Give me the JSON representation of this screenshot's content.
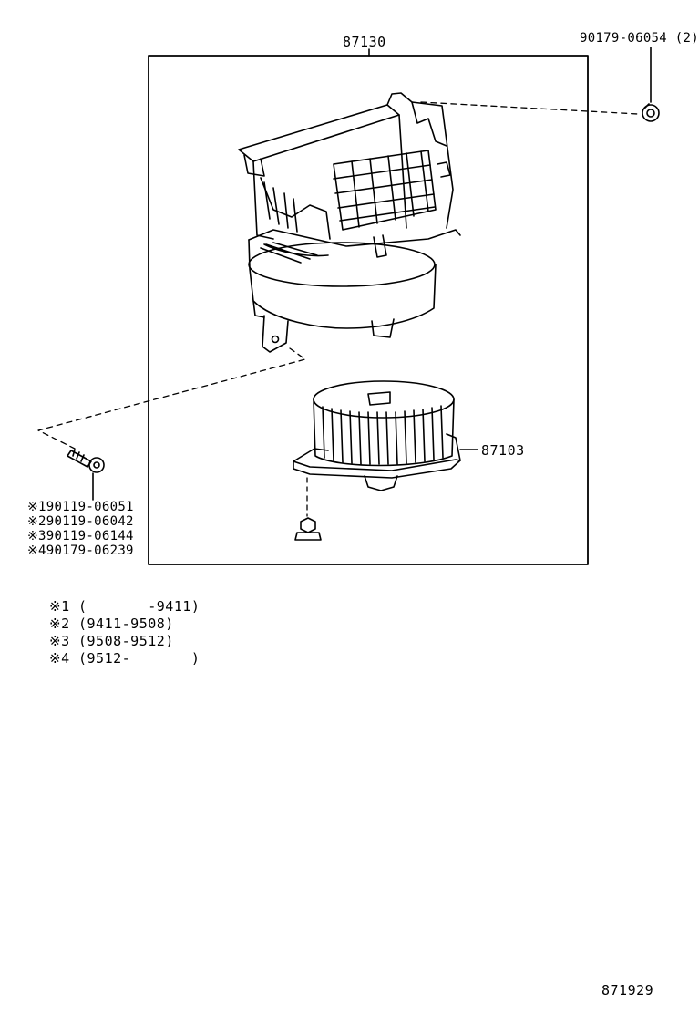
{
  "assembly_box": {
    "part_number": "87130"
  },
  "clip": {
    "part_number": "90179-06054",
    "qty": "(2)"
  },
  "fan_motor": {
    "part_number": "87103"
  },
  "screw_list": [
    {
      "mark": "※1",
      "part_number": "90119-06051"
    },
    {
      "mark": "※2",
      "part_number": "90119-06042"
    },
    {
      "mark": "※3",
      "part_number": "90119-06144"
    },
    {
      "mark": "※4",
      "part_number": "90179-06239"
    }
  ],
  "legend": [
    {
      "mark": "※1",
      "range": "(       -9411)"
    },
    {
      "mark": "※2",
      "range": "(9411-9508)"
    },
    {
      "mark": "※3",
      "range": "(9508-9512)"
    },
    {
      "mark": "※4",
      "range": "(9512-       )"
    }
  ],
  "figure_id": "871929"
}
